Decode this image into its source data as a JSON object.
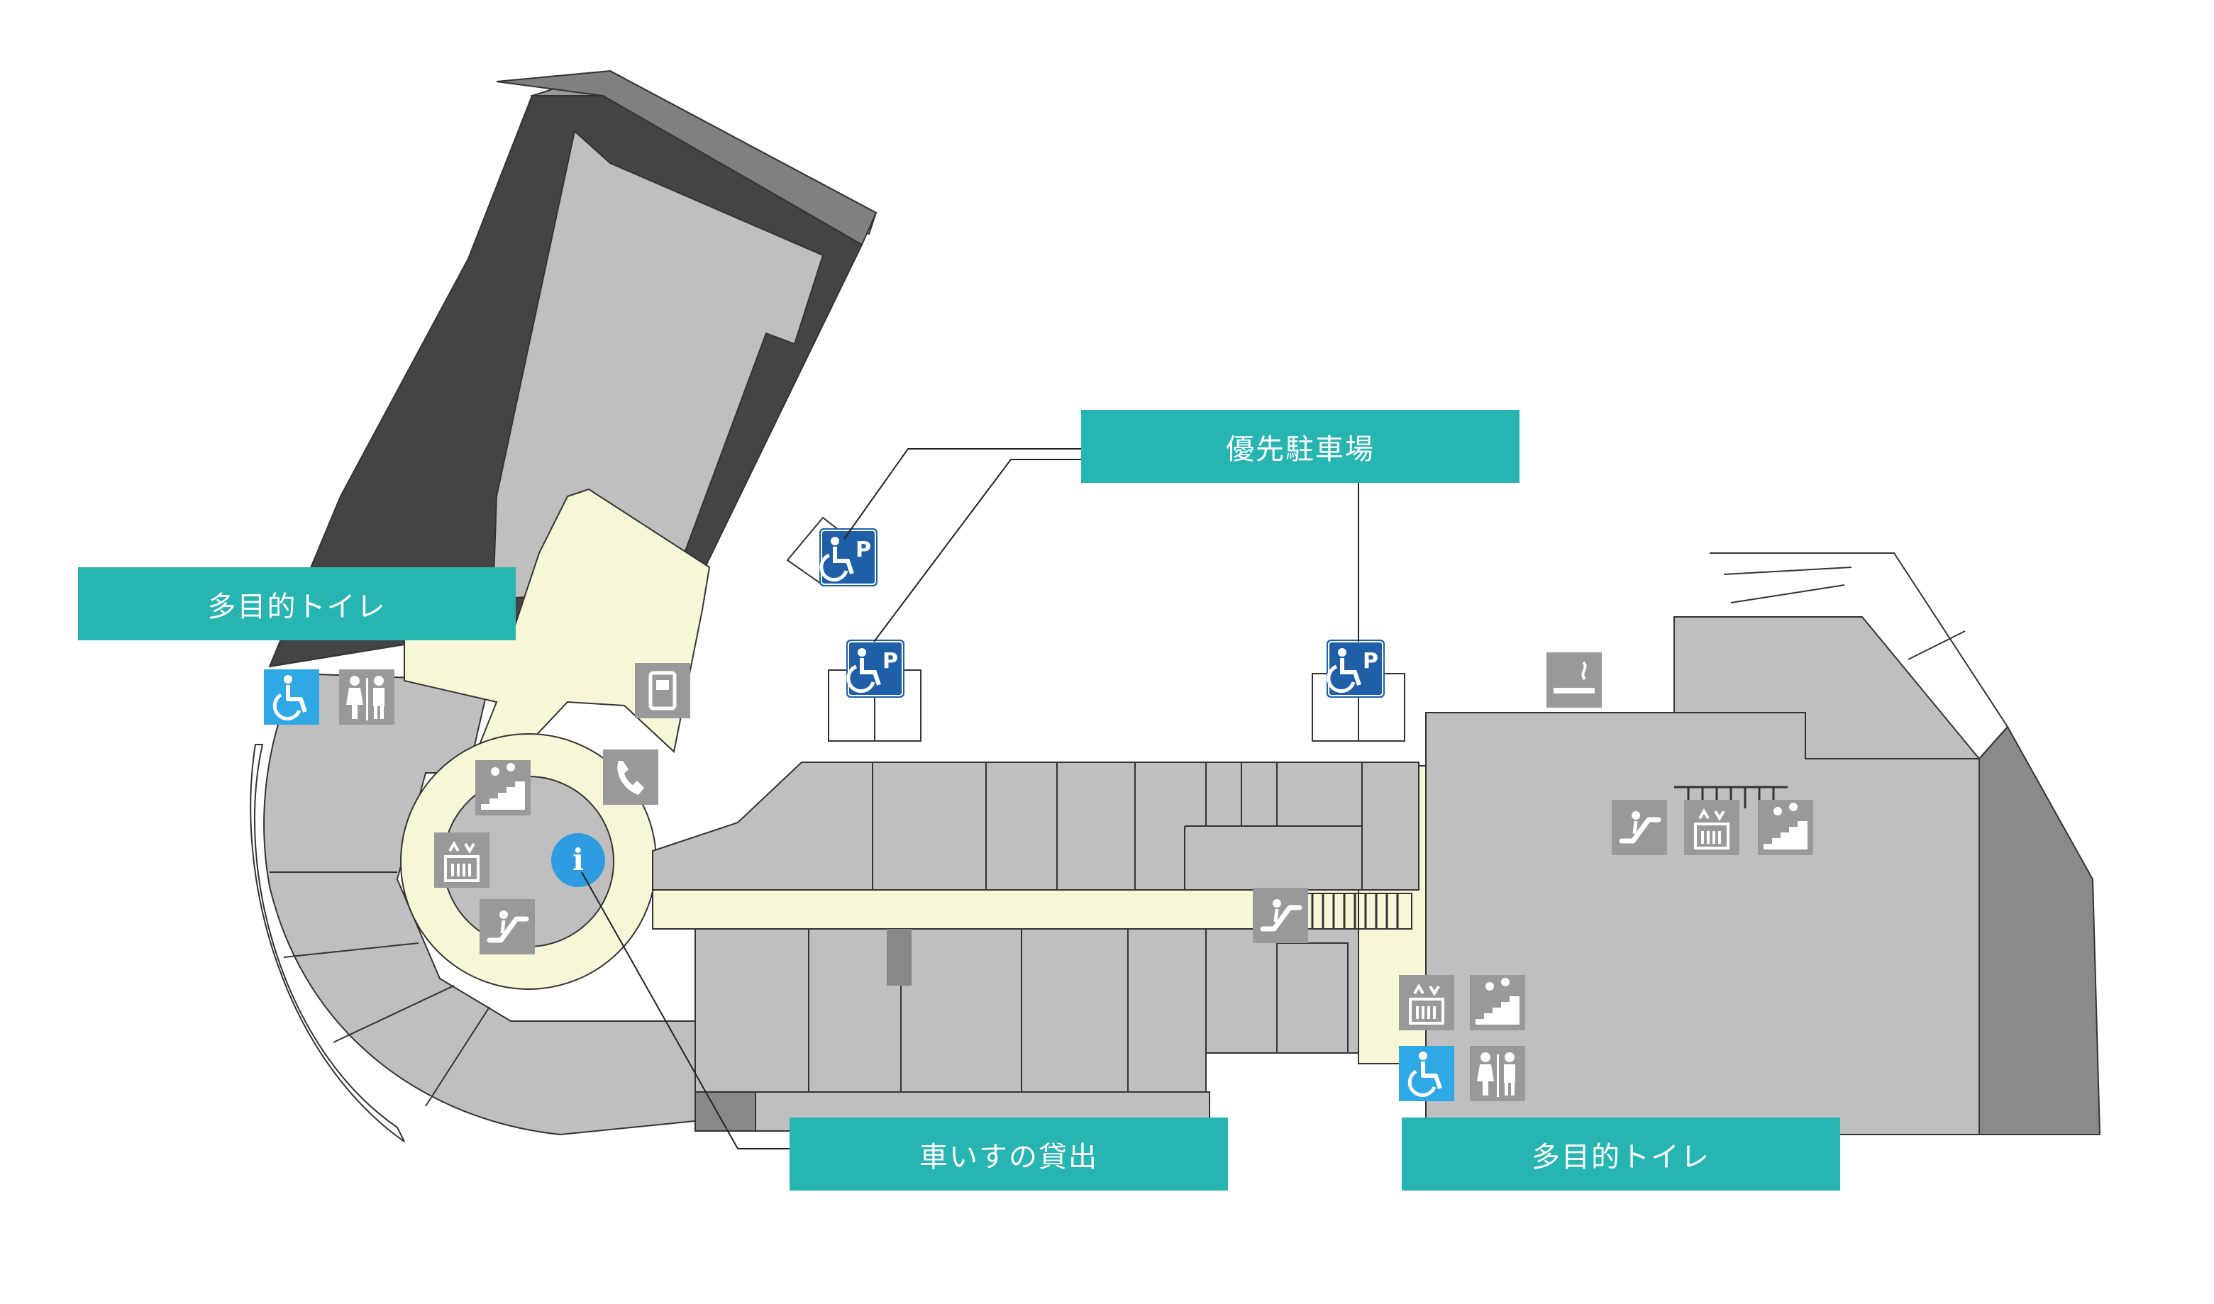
{
  "labels": {
    "priority_parking": "優先駐車場",
    "accessible_toilet_west": "多目的トイレ",
    "accessible_toilet_east": "多目的トイレ",
    "wheelchair_rental": "車いすの貸出"
  },
  "colors": {
    "callout": "#27b5b2",
    "floor": "#bfbfbf",
    "corridor": "#f7f7d7",
    "dark_wall": "#444444",
    "icon_gray": "#999999",
    "parking_blue": "#1f5fa8",
    "accessible_blue": "#2fa8e6",
    "info_blue": "#2f9be0"
  },
  "icons": {
    "parking": "accessible-parking-icon",
    "wheelchair": "wheelchair-icon",
    "restroom": "restroom-icon",
    "elevator": "elevator-icon",
    "escalator": "escalator-icon",
    "stairs": "stairs-icon",
    "info": "information-icon",
    "telephone": "telephone-icon",
    "smoking": "smoking-area-icon",
    "atm": "atm-icon"
  }
}
